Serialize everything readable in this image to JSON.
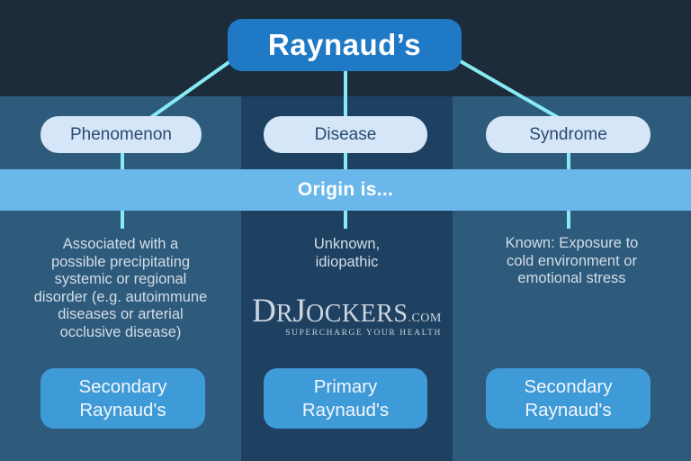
{
  "title": "Raynaud’s",
  "origin_band_label": "Origin is...",
  "columns": [
    {
      "branch": "Phenomenon",
      "origin": "Associated with a\npossible precipitating\nsystemic or regional\ndisorder (e.g. autoimmune\ndiseases or arterial\nocclusive disease)",
      "result": "Secondary\nRaynaud's"
    },
    {
      "branch": "Disease",
      "origin": "Unknown,\nidiopathic",
      "result": "Primary\nRaynaud's"
    },
    {
      "branch": "Syndrome",
      "origin": "Known: Exposure to\ncold environment or\nemotional stress",
      "result": "Secondary\nRaynaud's"
    }
  ],
  "logo": {
    "part_d": "D",
    "part_r": "R",
    "part_j": "J",
    "part_ockers": "OCKERS",
    "part_com": ".COM",
    "tagline": "SUPERCHARGE YOUR HEALTH"
  },
  "colors": {
    "top_band": "#1d2c3a",
    "side_columns": "#2e5a7c",
    "middle_column": "#1f4161",
    "origin_band": "#6ab7ec",
    "title_box": "#1f79c5",
    "branch_pill": "#d4e6f7",
    "branch_pill_text": "#2b4a6e",
    "result_box": "#3f9ad8",
    "connector_lines": "#87ebf3",
    "body_text": "#d3dde7"
  }
}
